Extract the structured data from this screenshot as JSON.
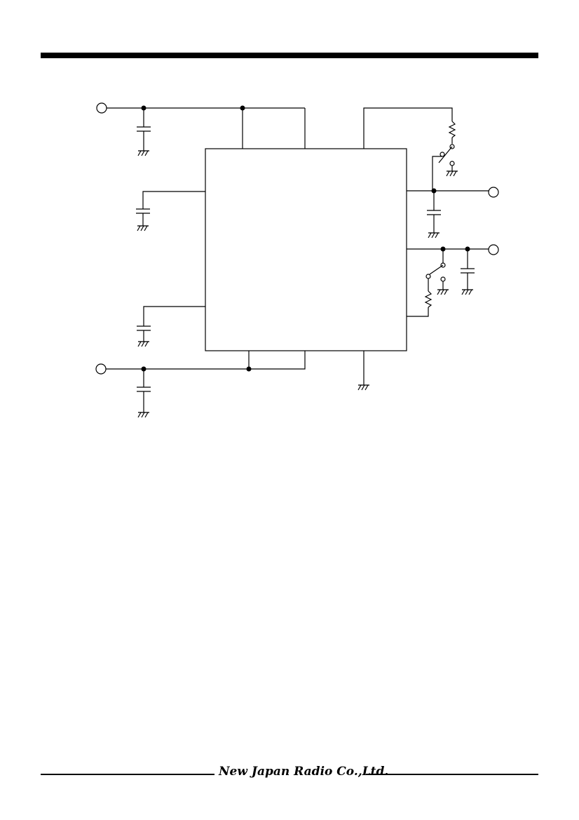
{
  "footer": {
    "company": "New Japan Radio Co.,Ltd."
  },
  "colors": {
    "ink": "#000000",
    "paper": "#ffffff"
  },
  "diagram": {
    "type": "application circuit schematic",
    "ic_block": "single IC package (unlabeled)",
    "terminals": [
      "input-top-left",
      "input-bottom-left",
      "output-right-upper",
      "output-right-lower"
    ],
    "icons": [
      "ground-icon",
      "capacitor-icon",
      "resistor-icon",
      "switch-icon",
      "terminal-icon",
      "junction-dot-icon"
    ]
  }
}
